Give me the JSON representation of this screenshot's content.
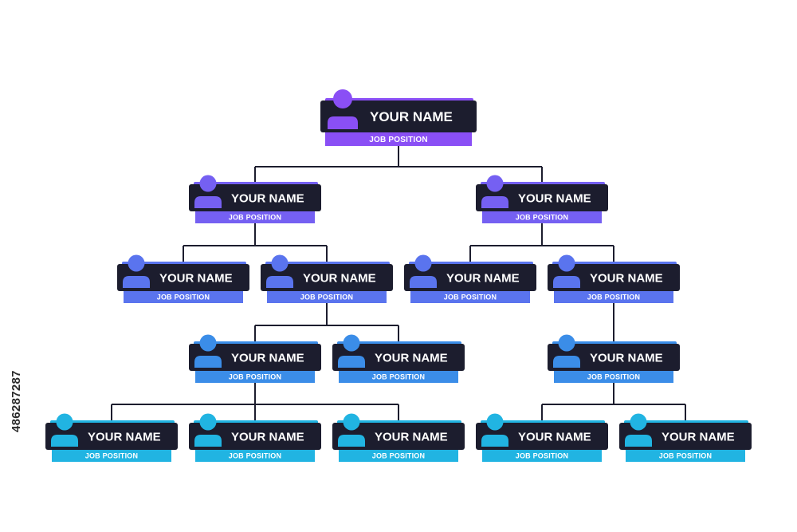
{
  "diagram": {
    "type": "org-chart",
    "connector_color": "#1c1d2e",
    "card_color": "#1c1d2e",
    "level_colors": [
      "#8a4ff5",
      "#7560f2",
      "#5a74ee",
      "#3b8de8",
      "#21b4e2"
    ],
    "nodes": [
      {
        "id": "n0",
        "level": 0,
        "name": "YOUR NAME",
        "position": "JOB POSITION",
        "icon": "person-icon"
      },
      {
        "id": "n1",
        "level": 1,
        "parent": "n0",
        "name": "YOUR NAME",
        "position": "JOB POSITION",
        "icon": "person-icon"
      },
      {
        "id": "n2",
        "level": 1,
        "parent": "n0",
        "name": "YOUR NAME",
        "position": "JOB POSITION",
        "icon": "person-icon"
      },
      {
        "id": "n3",
        "level": 2,
        "parent": "n1",
        "name": "YOUR NAME",
        "position": "JOB POSITION",
        "icon": "person-icon"
      },
      {
        "id": "n4",
        "level": 2,
        "parent": "n1",
        "name": "YOUR NAME",
        "position": "JOB POSITION",
        "icon": "person-icon"
      },
      {
        "id": "n5",
        "level": 2,
        "parent": "n2",
        "name": "YOUR NAME",
        "position": "JOB POSITION",
        "icon": "person-icon"
      },
      {
        "id": "n6",
        "level": 2,
        "parent": "n2",
        "name": "YOUR NAME",
        "position": "JOB POSITION",
        "icon": "person-icon"
      },
      {
        "id": "n7",
        "level": 3,
        "parent": "n4",
        "name": "YOUR NAME",
        "position": "JOB POSITION",
        "icon": "person-icon"
      },
      {
        "id": "n8",
        "level": 3,
        "parent": "n4",
        "name": "YOUR NAME",
        "position": "JOB POSITION",
        "icon": "person-icon"
      },
      {
        "id": "n9",
        "level": 3,
        "parent": "n6",
        "name": "YOUR NAME",
        "position": "JOB POSITION",
        "icon": "person-icon"
      },
      {
        "id": "n10",
        "level": 4,
        "parent": "n7",
        "name": "YOUR NAME",
        "position": "JOB POSITION",
        "icon": "person-icon"
      },
      {
        "id": "n11",
        "level": 4,
        "parent": "n7",
        "name": "YOUR NAME",
        "position": "JOB POSITION",
        "icon": "person-icon"
      },
      {
        "id": "n12",
        "level": 4,
        "parent": "n7",
        "name": "YOUR NAME",
        "position": "JOB POSITION",
        "icon": "person-icon"
      },
      {
        "id": "n13",
        "level": 4,
        "parent": "n9",
        "name": "YOUR NAME",
        "position": "JOB POSITION",
        "icon": "person-icon"
      },
      {
        "id": "n14",
        "level": 4,
        "parent": "n9",
        "name": "YOUR NAME",
        "position": "JOB POSITION",
        "icon": "person-icon"
      }
    ]
  },
  "watermark": {
    "image_id": "486287287"
  }
}
